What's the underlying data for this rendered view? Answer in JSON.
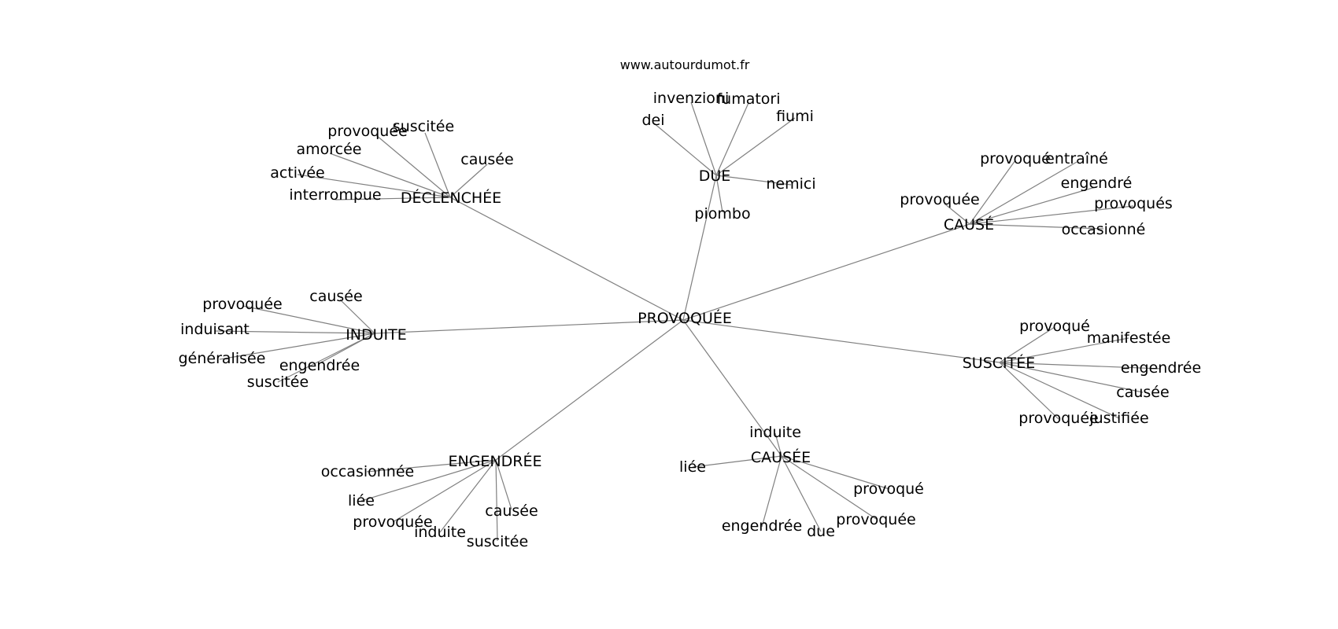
{
  "watermark": "www.autourdumot.fr",
  "graph": {
    "center": "PROVOQUÉE",
    "hubs": [
      {
        "id": "declenchee",
        "label": "DÉCLENCHÉE",
        "leaves": [
          "provoquée",
          "suscitée",
          "amorcée",
          "causée",
          "activée",
          "interrompue"
        ]
      },
      {
        "id": "due",
        "label": "DUE",
        "leaves": [
          "invenzioni",
          "fumatori",
          "dei",
          "fiumi",
          "nemici",
          "piombo"
        ]
      },
      {
        "id": "cause",
        "label": "CAUSÉ",
        "leaves": [
          "provoqué",
          "entraîné",
          "engendré",
          "provoquée",
          "provoqués",
          "occasionné"
        ]
      },
      {
        "id": "induite",
        "label": "INDUITE",
        "leaves": [
          "causée",
          "provoquée",
          "induisant",
          "généralisée",
          "engendrée",
          "suscitée"
        ]
      },
      {
        "id": "suscitee",
        "label": "SUSCITÉE",
        "leaves": [
          "provoqué",
          "manifestée",
          "engendrée",
          "causée",
          "provoquée",
          "justifiée"
        ]
      },
      {
        "id": "engendree",
        "label": "ENGENDRÉE",
        "leaves": [
          "occasionnée",
          "liée",
          "provoquée",
          "causée",
          "induite",
          "suscitée"
        ]
      },
      {
        "id": "causee",
        "label": "CAUSÉE",
        "leaves": [
          "induite",
          "liée",
          "provoqué",
          "provoquée",
          "engendrée",
          "due"
        ]
      }
    ]
  }
}
